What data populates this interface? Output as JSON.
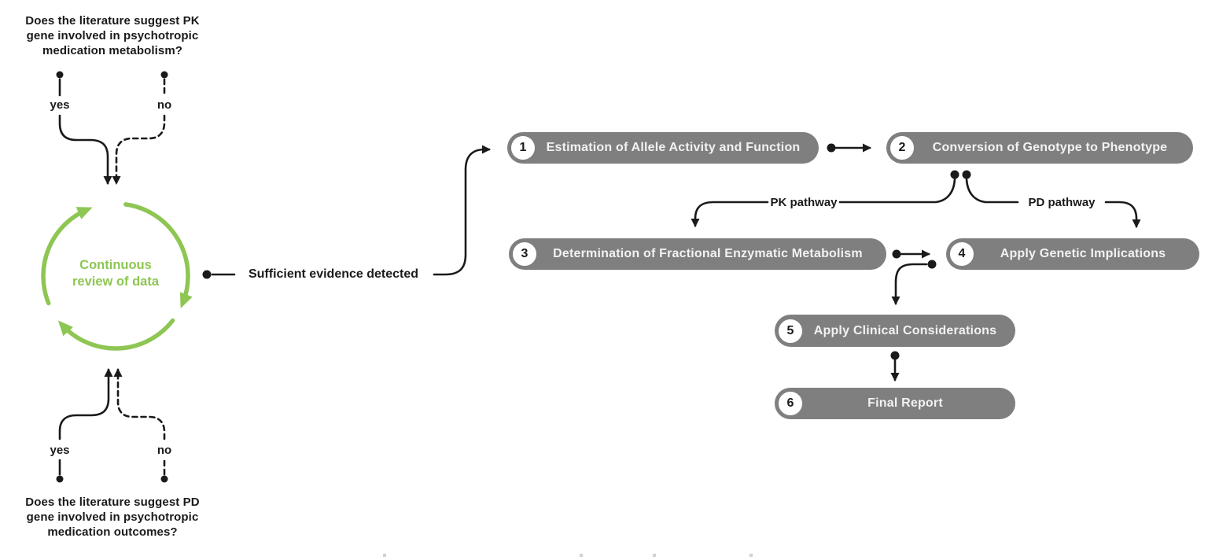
{
  "questions": {
    "pk": {
      "lines": [
        "Does the literature suggest PK",
        "gene involved in psychotropic",
        "medication metabolism?"
      ]
    },
    "pd": {
      "lines": [
        "Does the literature suggest PD",
        "gene involved in psychotropic",
        "medication outcomes?"
      ]
    }
  },
  "answers": {
    "yes": "yes",
    "no": "no"
  },
  "cycle": {
    "lines": [
      "Continuous",
      "review of data"
    ]
  },
  "labels": {
    "evidence": "Sufficient evidence detected",
    "pk_pathway": "PK pathway",
    "pd_pathway": "PD pathway"
  },
  "steps": [
    {
      "number": "1",
      "label": "Estimation of Allele Activity and Function"
    },
    {
      "number": "2",
      "label": "Conversion of Genotype to Phenotype"
    },
    {
      "number": "3",
      "label": "Determination of Fractional Enzymatic Metabolism"
    },
    {
      "number": "4",
      "label": "Apply Genetic Implications"
    },
    {
      "number": "5",
      "label": "Apply Clinical Considerations"
    },
    {
      "number": "6",
      "label": "Final Report"
    }
  ],
  "colors": {
    "cycle_green": "#8ec653",
    "step_gray": "#7f7f7f",
    "line_black": "#1a1a1a",
    "step_text": "#f2f2f2"
  }
}
